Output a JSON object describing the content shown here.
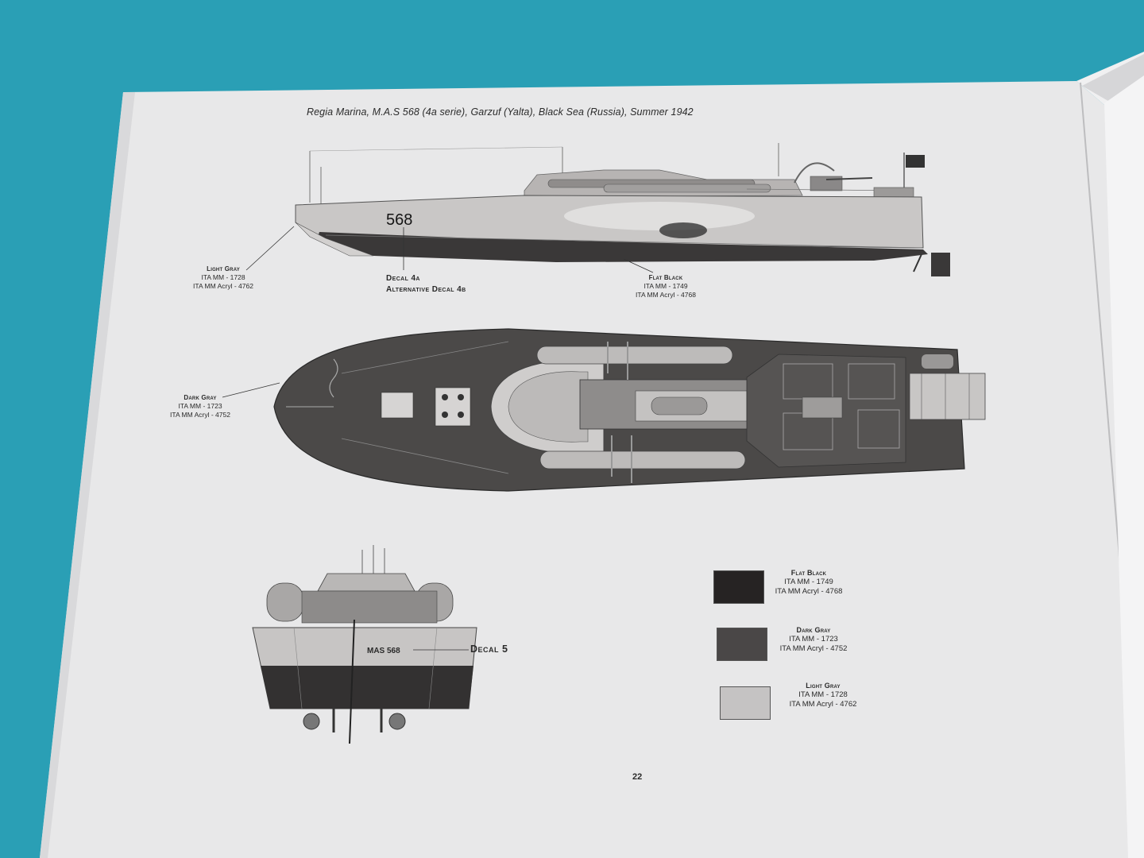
{
  "document": {
    "title": "Regia Marina, M.A.S 568 (4a serie), Garzuf (Yalta), Black Sea (Russia), Summer 1942",
    "page_number": "22"
  },
  "side_view": {
    "hull_number": "568",
    "callouts": {
      "light_gray": {
        "name": "Light Gray",
        "line1": "ITA MM - 1728",
        "line2": "ITA MM Acryl - 4762"
      },
      "decal": {
        "line1": "Decal 4a",
        "line2": "Alternative Decal 4b"
      },
      "flat_black": {
        "name": "Flat Black",
        "line1": "ITA MM - 1749",
        "line2": "ITA MM Acryl - 4768"
      }
    }
  },
  "top_view": {
    "callouts": {
      "dark_gray": {
        "name": "Dark Gray",
        "line1": "ITA MM - 1723",
        "line2": "ITA MM Acryl - 4752"
      }
    }
  },
  "stern_view": {
    "transom_text": "MAS 568",
    "decal_label": "Decal 5"
  },
  "legend": [
    {
      "name": "Flat Black",
      "line1": "ITA MM - 1749",
      "line2": "ITA MM Acryl - 4768",
      "color": "#262323"
    },
    {
      "name": "Dark Gray",
      "line1": "ITA MM - 1723",
      "line2": "ITA MM Acryl - 4752",
      "color": "#4a4747"
    },
    {
      "name": "Light Gray",
      "line1": "ITA MM - 1728",
      "line2": "ITA MM Acryl - 4762",
      "color": "#c5c3c3"
    }
  ],
  "colors": {
    "background": "#2a9fb5",
    "paper": "#e9e9ea",
    "ink": "#2a2a2a"
  }
}
